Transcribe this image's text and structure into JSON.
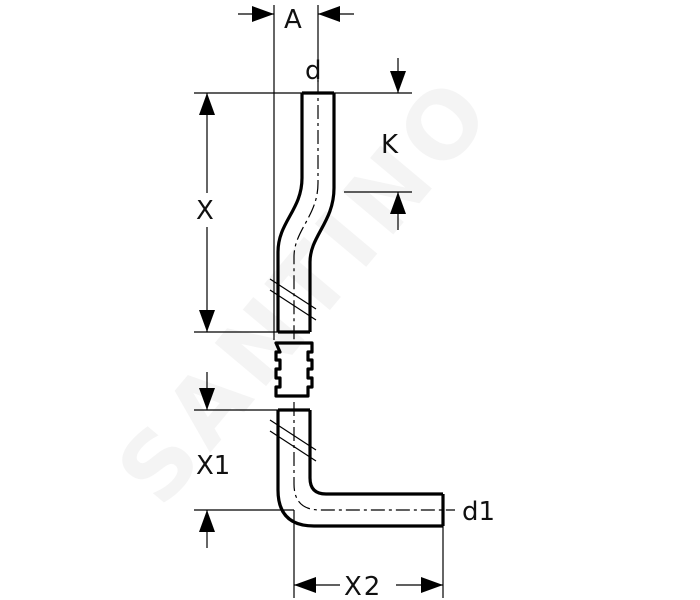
{
  "labels": {
    "a": "A",
    "d": "d",
    "k": "K",
    "x": "X",
    "x1": "X1",
    "d1": "d1",
    "x2": "X2"
  },
  "watermark": "SANTINO",
  "colors": {
    "line": "#000000",
    "background": "#ffffff"
  }
}
